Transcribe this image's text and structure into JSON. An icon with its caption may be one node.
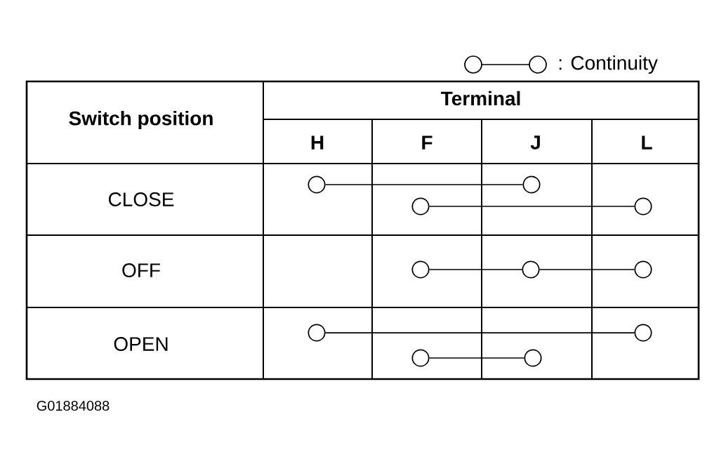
{
  "diagram": {
    "nodes": [
      {
        "text": [],
        "shape": "circle"
      },
      {
        "text": [],
        "shape": "circle"
      },
      {
        "text": [],
        "shape": "circle"
      },
      {
        "text": [],
        "shape": "circle"
      },
      {
        "text": [],
        "shape": "circle"
      },
      {
        "text": [],
        "shape": "circle"
      },
      {
        "text": [],
        "shape": "circle"
      },
      {
        "text": [],
        "shape": "circle"
      },
      {
        "text": [],
        "shape": "circle"
      },
      {
        "text": [],
        "shape": "circle"
      },
      {
        "text": [],
        "shape": "circle"
      }
    ],
    "edges": [
      {
        "from": 0,
        "to": 1,
        "arrow": "none"
      },
      {
        "from": 2,
        "to": 3,
        "arrow": "none"
      },
      {
        "from": 4,
        "to": 5,
        "arrow": "none"
      },
      {
        "from": 5,
        "to": 6,
        "arrow": "none"
      },
      {
        "from": 7,
        "to": 8,
        "arrow": "none"
      },
      {
        "from": 9,
        "to": 10,
        "arrow": "none"
      }
    ],
    "labels": [
      "Terminal",
      "Switch position",
      "H",
      "F",
      "J",
      "L",
      "CLOSE",
      "OFF",
      "OPEN",
      "G01884088"
    ],
    "legend": [
      {
        "text": ": Continuity"
      }
    ]
  }
}
